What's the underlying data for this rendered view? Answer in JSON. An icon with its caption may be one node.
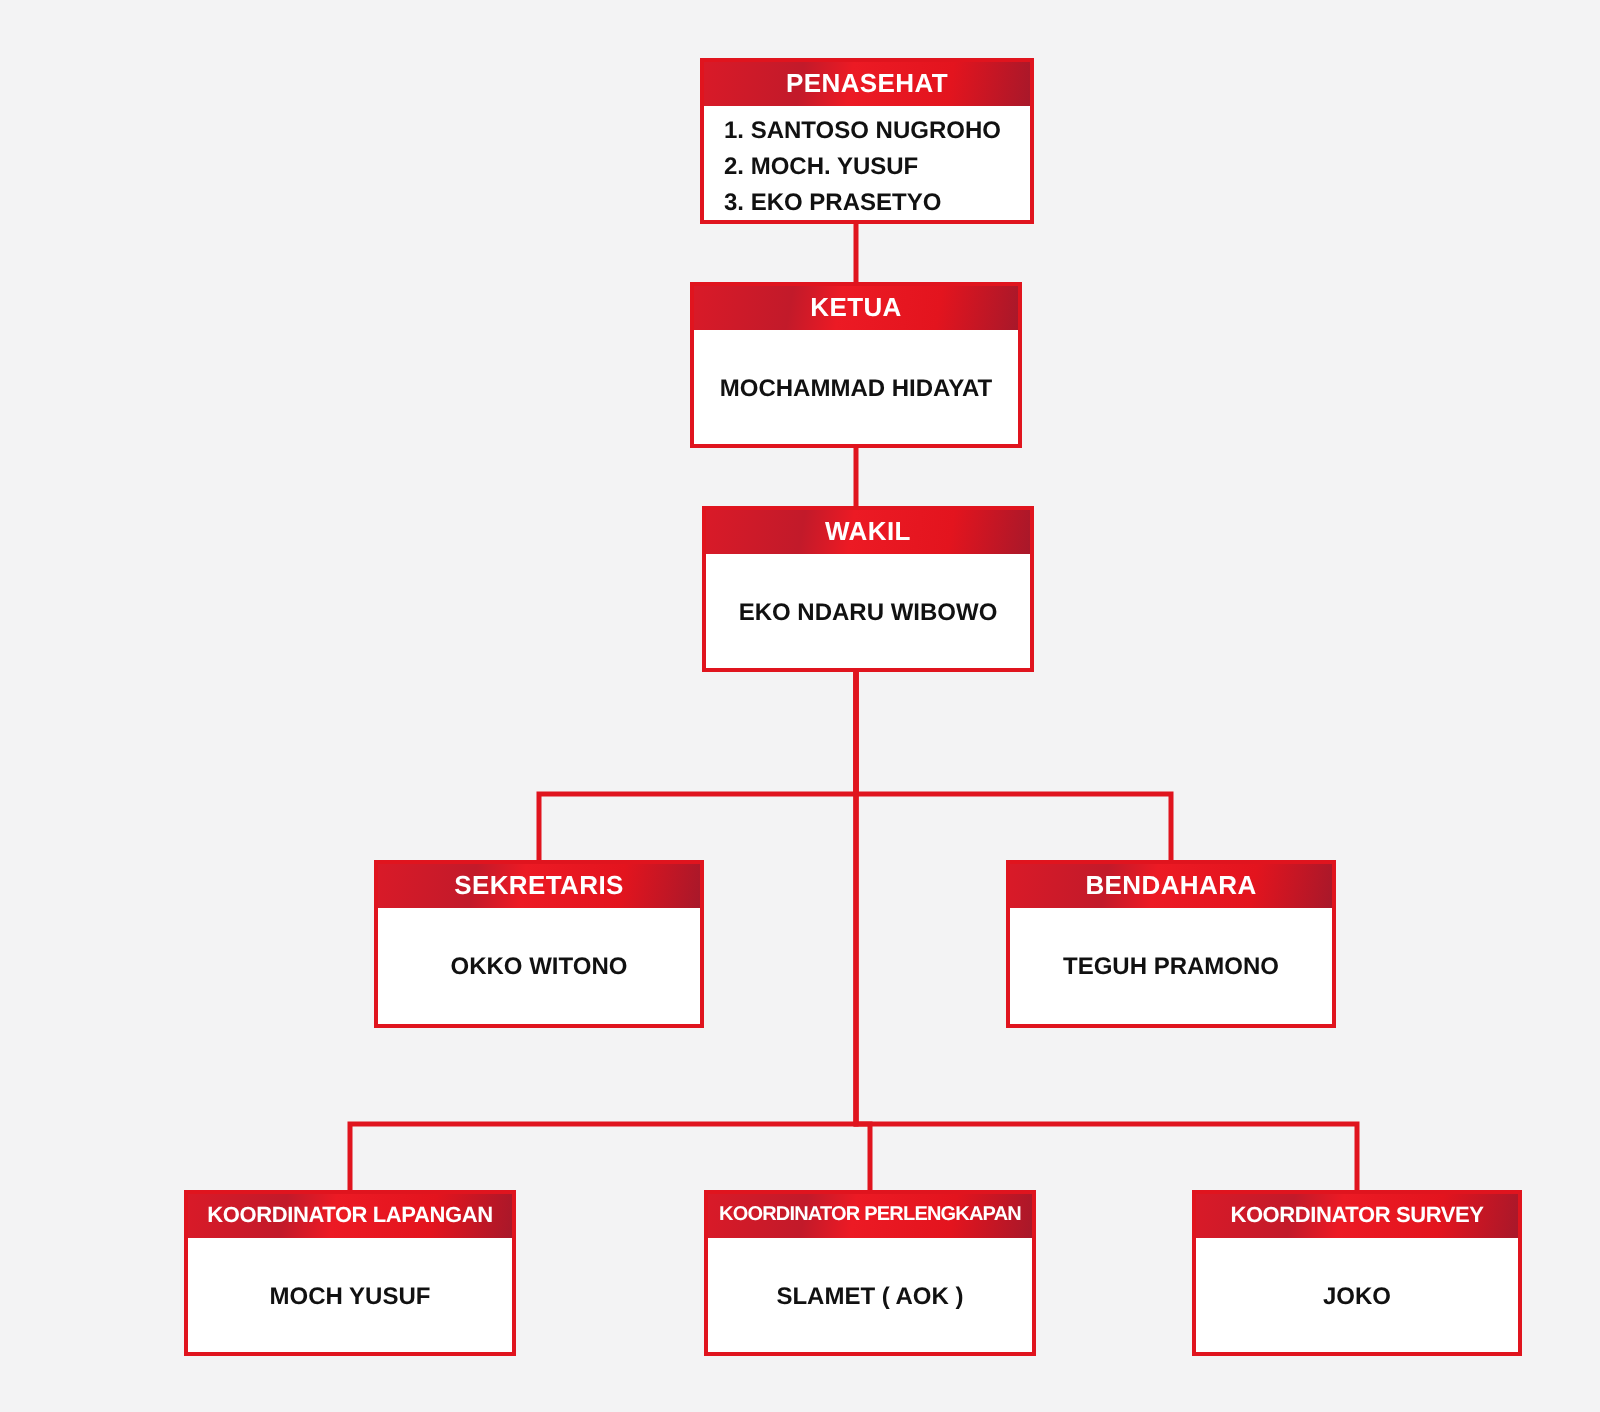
{
  "diagram": {
    "nodes": [
      {
        "text": [
          "PENASEHAT",
          "1. SANTOSO NUGROHO",
          "2. MOCH. YUSUF",
          "3. EKO PRASETYO"
        ]
      },
      {
        "text": [
          "KETUA",
          "MOCHAMMAD HIDAYAT"
        ]
      },
      {
        "text": [
          "WAKIL",
          "EKO NDARU WIBOWO"
        ]
      },
      {
        "text": [
          "SEKRETARIS",
          "OKKO WITONO"
        ]
      },
      {
        "text": [
          "BENDAHARA",
          "TEGUH PRAMONO"
        ]
      },
      {
        "text": [
          "KOORDINATOR LAPANGAN",
          "MOCH YUSUF"
        ]
      },
      {
        "text": [
          "KOORDINATOR PERLENGKAPAN",
          "SLAMET ( AOK )"
        ]
      },
      {
        "text": [
          "KOORDINATOR SURVEY",
          "JOKO"
        ]
      }
    ],
    "edges": [
      {
        "from": 0,
        "to": 1,
        "arrow": "none"
      },
      {
        "from": 1,
        "to": 2,
        "arrow": "none"
      },
      {
        "from": 2,
        "to": 3,
        "arrow": "none"
      },
      {
        "from": 2,
        "to": 4,
        "arrow": "none"
      },
      {
        "from": 2,
        "to": 5,
        "arrow": "none"
      },
      {
        "from": 2,
        "to": 6,
        "arrow": "none"
      },
      {
        "from": 2,
        "to": 7,
        "arrow": "none"
      }
    ]
  }
}
